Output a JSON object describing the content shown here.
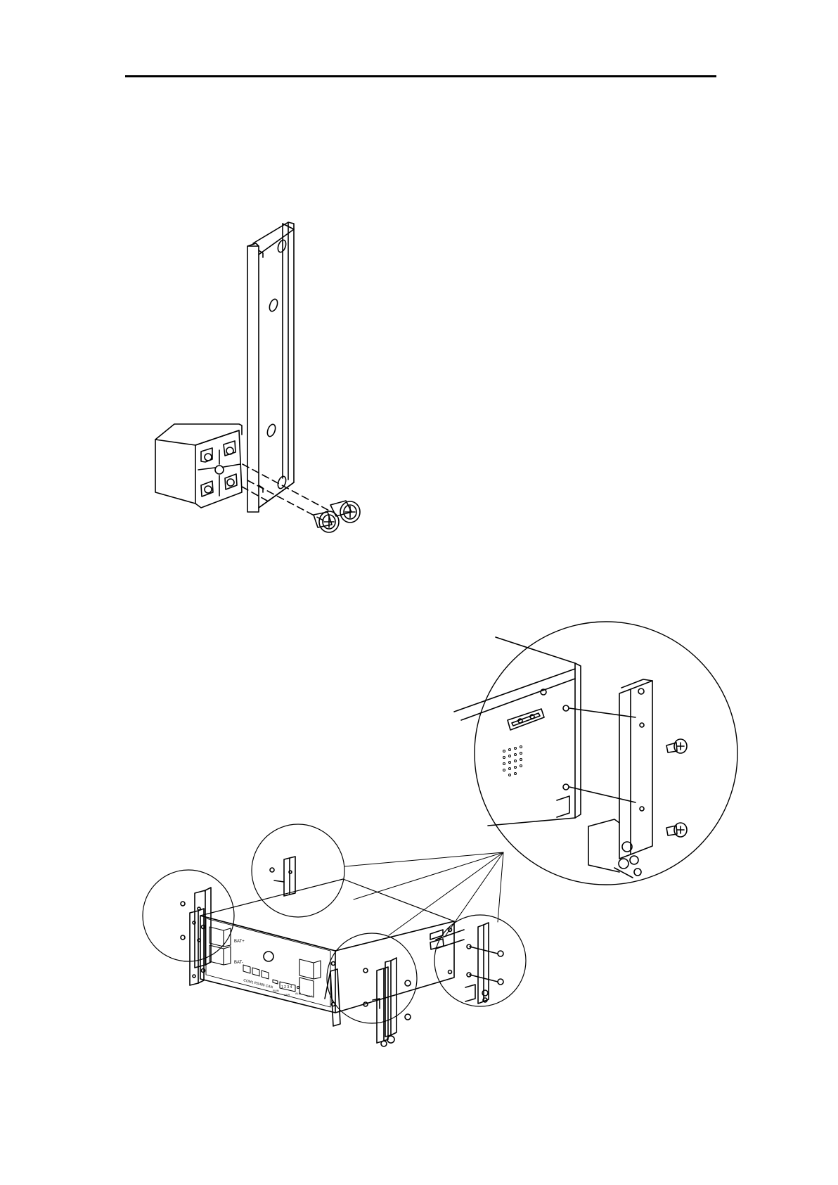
{
  "figure_top": {
    "parts": [
      "profile-block-icon",
      "mounting-bracket-icon",
      "screw-icon"
    ]
  },
  "figure_bottom": {
    "labels": {
      "bat_plus": "BAT+",
      "bat_minus": "BAT-",
      "ports": "COM1 RS485 CAN",
      "dip": "1 2 3 4",
      "adr": "ADR",
      "run": "RUN",
      "alm": "ALM",
      "slow": "SOC"
    }
  },
  "colors": {
    "line": "#000000",
    "background": "#ffffff"
  }
}
